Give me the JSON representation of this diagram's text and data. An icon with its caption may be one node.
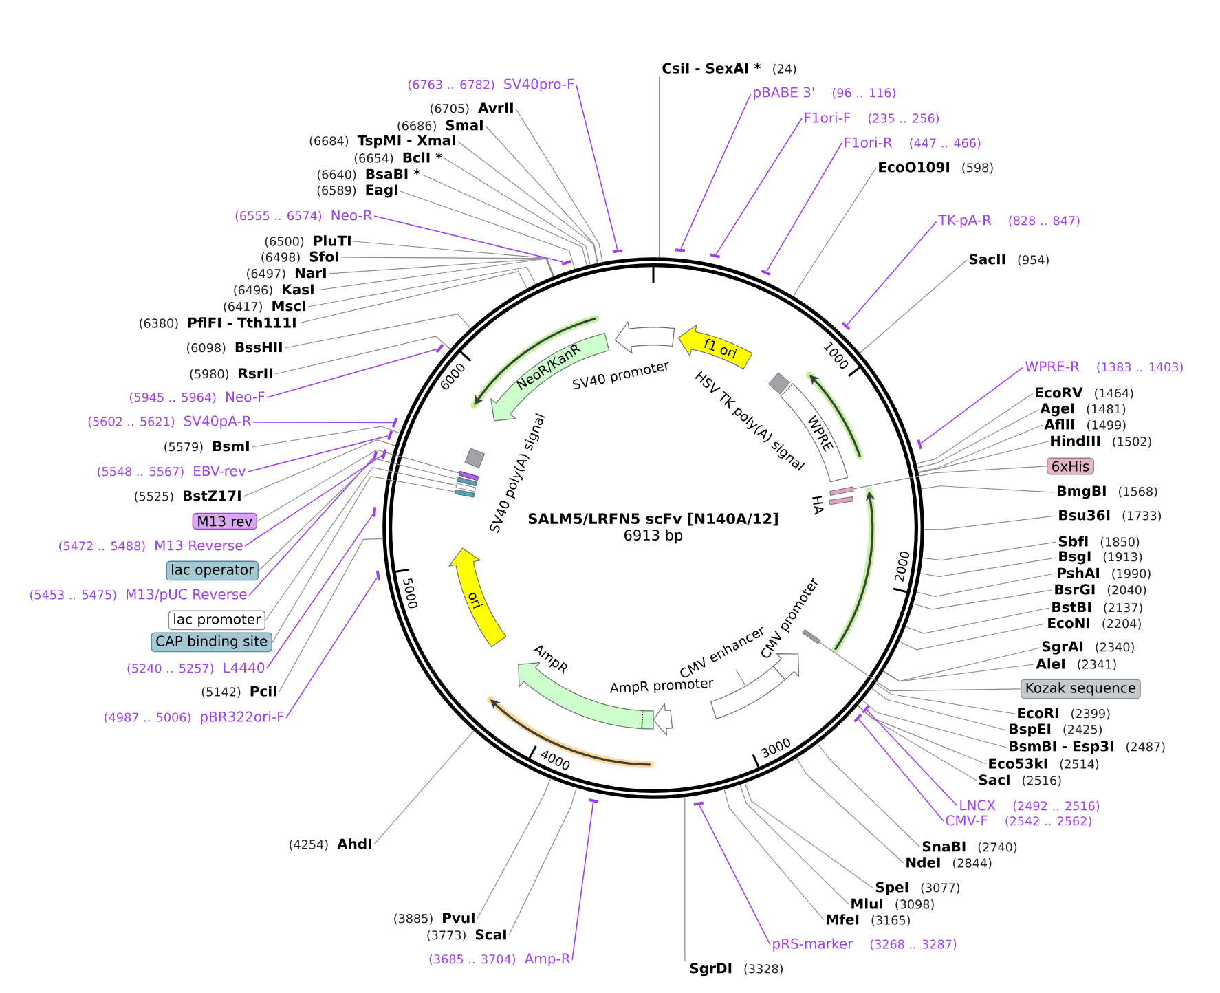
{
  "diagram": {
    "nodes": [
      {
        "text": [
          "SALM5/LRFN5 scFv [N140A/12]",
          "6913 bp"
        ]
      },
      {
        "text": [
          "f1 ori"
        ],
        "in": 0
      },
      {
        "text": [
          "SV40 promoter"
        ],
        "in": 0
      },
      {
        "text": [
          "NeoR/KanR"
        ],
        "in": 0
      },
      {
        "text": [
          "SV40 poly(A) signal"
        ],
        "in": 0
      },
      {
        "text": [],
        "shape": "bar",
        "in": 0
      },
      {
        "text": [],
        "shape": "bar",
        "in": 0
      },
      {
        "text": [],
        "shape": "bar",
        "in": 0
      },
      {
        "text": [],
        "shape": "bar",
        "in": 0
      },
      {
        "text": [
          "ori"
        ],
        "in": 0
      },
      {
        "text": [
          "AmpR"
        ],
        "in": 0
      },
      {
        "text": [
          "AmpR promoter"
        ],
        "in": 0
      },
      {
        "text": [
          "CMV enhancer"
        ],
        "in": 0
      },
      {
        "text": [
          "CMV promoter"
        ],
        "in": 0
      },
      {
        "text": [],
        "shape": "bar",
        "in": 0
      },
      {
        "text": [
          "HA"
        ],
        "in": 0
      },
      {
        "text": [
          "WPRE"
        ],
        "in": 0
      },
      {
        "text": [
          "HSV TK poly(A) signal"
        ],
        "in": 0
      },
      {
        "text": [
          "CsiI - SexAI *",
          "(24)"
        ]
      },
      {
        "text": [
          "pBABE 3'",
          "(96 .. 116)"
        ]
      },
      {
        "text": [],
        "shape": "bar"
      },
      {
        "text": [
          "F1ori-F",
          "(235 .. 256)"
        ]
      },
      {
        "text": [],
        "shape": "bar"
      },
      {
        "text": [
          "F1ori-R",
          "(447 .. 466)"
        ]
      },
      {
        "text": [],
        "shape": "bar"
      },
      {
        "text": [
          "EcoO109I",
          "(598)"
        ]
      },
      {
        "text": [
          "TK-pA-R",
          "(828 .. 847)"
        ]
      },
      {
        "text": [],
        "shape": "bar"
      },
      {
        "text": [
          "SacII",
          "(954)"
        ]
      },
      {
        "text": [
          "WPRE-R",
          "(1383 .. 1403)"
        ]
      },
      {
        "text": [],
        "shape": "bar"
      },
      {
        "text": [
          "EcoRV",
          "(1464)"
        ]
      },
      {
        "text": [
          "AgeI",
          "(1481)"
        ]
      },
      {
        "text": [
          "AflII",
          "(1499)"
        ]
      },
      {
        "text": [
          "HindIII",
          "(1502)"
        ]
      },
      {
        "text": [
          "6xHis"
        ]
      },
      {
        "text": [
          "BmgBI",
          "(1568)"
        ]
      },
      {
        "text": [
          "Bsu36I",
          "(1733)"
        ]
      },
      {
        "text": [
          "SbfI",
          "(1850)"
        ]
      },
      {
        "text": [
          "BsgI",
          "(1913)"
        ]
      },
      {
        "text": [
          "PshAI",
          "(1990)"
        ]
      },
      {
        "text": [
          "BsrGI",
          "(2040)"
        ]
      },
      {
        "text": [
          "BstBI",
          "(2137)"
        ]
      },
      {
        "text": [
          "EcoNI",
          "(2204)"
        ]
      },
      {
        "text": [
          "SgrAI",
          "(2340)"
        ]
      },
      {
        "text": [
          "AleI",
          "(2341)"
        ]
      },
      {
        "text": [
          "Kozak sequence"
        ]
      },
      {
        "text": [
          "EcoRI",
          "(2399)"
        ]
      },
      {
        "text": [
          "BspEI",
          "(2425)"
        ]
      },
      {
        "text": [
          "BsmBI - Esp3I",
          "(2487)"
        ]
      },
      {
        "text": [
          "Eco53kI",
          "(2514)"
        ]
      },
      {
        "text": [
          "SacI",
          "(2516)"
        ]
      },
      {
        "text": [
          "LNCX",
          "(2492 .. 2516)"
        ]
      },
      {
        "text": [],
        "shape": "bar"
      },
      {
        "text": [
          "CMV-F",
          "(2542 .. 2562)"
        ]
      },
      {
        "text": [],
        "shape": "bar"
      },
      {
        "text": [
          "SnaBI",
          "(2740)"
        ]
      },
      {
        "text": [
          "NdeI",
          "(2844)"
        ]
      },
      {
        "text": [
          "SpeI",
          "(3077)"
        ]
      },
      {
        "text": [
          "MluI",
          "(3098)"
        ]
      },
      {
        "text": [
          "MfeI",
          "(3165)"
        ]
      },
      {
        "text": [
          "pRS-marker",
          "(3268 .. 3287)"
        ]
      },
      {
        "text": [],
        "shape": "bar"
      },
      {
        "text": [
          "SgrDI",
          "(3328)"
        ]
      },
      {
        "text": [
          "(3685 .. 3704)",
          "Amp-R"
        ]
      },
      {
        "text": [],
        "shape": "bar"
      },
      {
        "text": [
          "(3773)",
          "ScaI"
        ]
      },
      {
        "text": [
          "(3885)",
          "PvuI"
        ]
      },
      {
        "text": [
          "(4254)",
          "AhdI"
        ]
      },
      {
        "text": [
          "(4987 .. 5006)",
          "pBR322ori-F"
        ]
      },
      {
        "text": [],
        "shape": "bar"
      },
      {
        "text": [
          "(5142)",
          "PciI"
        ]
      },
      {
        "text": [
          "(5240 .. 5257)",
          "L4440"
        ]
      },
      {
        "text": [],
        "shape": "bar"
      },
      {
        "text": [
          "CAP binding site"
        ]
      },
      {
        "text": [
          "lac promoter"
        ]
      },
      {
        "text": [
          "(5453 .. 5475)",
          "M13/pUC Reverse"
        ]
      },
      {
        "text": [],
        "shape": "bar"
      },
      {
        "text": [
          "lac operator"
        ]
      },
      {
        "text": [
          "(5472 .. 5488)",
          "M13 Reverse"
        ]
      },
      {
        "text": [],
        "shape": "bar"
      },
      {
        "text": [
          "M13 rev"
        ]
      },
      {
        "text": [
          "(5525)",
          "BstZ17I"
        ]
      },
      {
        "text": [
          "(5548 .. 5567)",
          "EBV-rev"
        ]
      },
      {
        "text": [],
        "shape": "bar"
      },
      {
        "text": [
          "(5579)",
          "BsmI"
        ]
      },
      {
        "text": [
          "(5602 .. 5621)",
          "SV40pA-R"
        ]
      },
      {
        "text": [],
        "shape": "bar"
      },
      {
        "text": [
          "(5945 .. 5964)",
          "Neo-F"
        ]
      },
      {
        "text": [],
        "shape": "bar"
      },
      {
        "text": [
          "(5980)",
          "RsrII"
        ]
      },
      {
        "text": [
          "(6098)",
          "BssHII"
        ]
      },
      {
        "text": [
          "(6380)",
          "PflFI - Tth111I"
        ]
      },
      {
        "text": [
          "(6417)",
          "MscI"
        ]
      },
      {
        "text": [
          "(6496)",
          "KasI"
        ]
      },
      {
        "text": [
          "(6497)",
          "NarI"
        ]
      },
      {
        "text": [
          "(6498)",
          "SfoI"
        ]
      },
      {
        "text": [
          "(6500)",
          "PluTI"
        ]
      },
      {
        "text": [
          "(6555 .. 6574)",
          "Neo-R"
        ]
      },
      {
        "text": [],
        "shape": "bar"
      },
      {
        "text": [
          "(6589)",
          "EagI"
        ]
      },
      {
        "text": [
          "(6640)",
          "BsaBI *"
        ]
      },
      {
        "text": [
          "(6654)",
          "BclI *"
        ]
      },
      {
        "text": [
          "(6684)",
          "TspMI - XmaI"
        ]
      },
      {
        "text": [
          "(6686)",
          "SmaI"
        ]
      },
      {
        "text": [
          "(6705)",
          "AvrII"
        ]
      },
      {
        "text": [
          "(6763 .. 6782)",
          "SV40pro-F"
        ]
      },
      {
        "text": [],
        "shape": "bar"
      },
      {
        "text": [],
        "shape": "bar",
        "in": 0
      }
    ],
    "edges": [
      {
        "from": 18,
        "to": 0,
        "arrow": "none"
      },
      {
        "from": 19,
        "to": 20,
        "arrow": "none",
        "color": "#a040f0"
      },
      {
        "from": 21,
        "to": 22,
        "arrow": "none",
        "color": "#a040f0"
      },
      {
        "from": 23,
        "to": 24,
        "arrow": "none",
        "color": "#a040f0"
      },
      {
        "from": 25,
        "to": 0,
        "arrow": "none"
      },
      {
        "from": 26,
        "to": 27,
        "arrow": "none",
        "color": "#a040f0"
      },
      {
        "from": 28,
        "to": 0,
        "arrow": "none"
      },
      {
        "from": 29,
        "to": 30,
        "arrow": "none",
        "color": "#a040f0"
      },
      {
        "from": 31,
        "to": 0,
        "arrow": "none"
      },
      {
        "from": 32,
        "to": 0,
        "arrow": "none"
      },
      {
        "from": 33,
        "to": 0,
        "arrow": "none"
      },
      {
        "from": 34,
        "to": 0,
        "arrow": "none"
      },
      {
        "from": 35,
        "to": 108,
        "arrow": "none"
      },
      {
        "from": 36,
        "to": 0,
        "arrow": "none"
      },
      {
        "from": 37,
        "to": 0,
        "arrow": "none"
      },
      {
        "from": 38,
        "to": 0,
        "arrow": "none"
      },
      {
        "from": 39,
        "to": 0,
        "arrow": "none"
      },
      {
        "from": 40,
        "to": 0,
        "arrow": "none"
      },
      {
        "from": 41,
        "to": 0,
        "arrow": "none"
      },
      {
        "from": 42,
        "to": 0,
        "arrow": "none"
      },
      {
        "from": 43,
        "to": 0,
        "arrow": "none"
      },
      {
        "from": 44,
        "to": 0,
        "arrow": "none"
      },
      {
        "from": 45,
        "to": 0,
        "arrow": "none"
      },
      {
        "from": 46,
        "to": 14,
        "arrow": "none"
      },
      {
        "from": 47,
        "to": 0,
        "arrow": "none"
      },
      {
        "from": 48,
        "to": 0,
        "arrow": "none"
      },
      {
        "from": 49,
        "to": 0,
        "arrow": "none"
      },
      {
        "from": 50,
        "to": 0,
        "arrow": "none"
      },
      {
        "from": 51,
        "to": 0,
        "arrow": "none"
      },
      {
        "from": 52,
        "to": 53,
        "arrow": "none",
        "color": "#a040f0"
      },
      {
        "from": 54,
        "to": 55,
        "arrow": "none",
        "color": "#a040f0"
      },
      {
        "from": 56,
        "to": 0,
        "arrow": "none"
      },
      {
        "from": 57,
        "to": 0,
        "arrow": "none"
      },
      {
        "from": 58,
        "to": 0,
        "arrow": "none"
      },
      {
        "from": 59,
        "to": 0,
        "arrow": "none"
      },
      {
        "from": 60,
        "to": 0,
        "arrow": "none"
      },
      {
        "from": 61,
        "to": 62,
        "arrow": "none",
        "color": "#a040f0"
      },
      {
        "from": 63,
        "to": 0,
        "arrow": "none"
      },
      {
        "from": 64,
        "to": 65,
        "arrow": "none",
        "color": "#a040f0"
      },
      {
        "from": 66,
        "to": 0,
        "arrow": "none"
      },
      {
        "from": 67,
        "to": 0,
        "arrow": "none"
      },
      {
        "from": 68,
        "to": 0,
        "arrow": "none"
      },
      {
        "from": 69,
        "to": 70,
        "arrow": "none",
        "color": "#a040f0"
      },
      {
        "from": 71,
        "to": 0,
        "arrow": "none"
      },
      {
        "from": 72,
        "to": 73,
        "arrow": "none",
        "color": "#a040f0"
      },
      {
        "from": 74,
        "to": 8,
        "arrow": "none"
      },
      {
        "from": 75,
        "to": 7,
        "arrow": "none"
      },
      {
        "from": 76,
        "to": 77,
        "arrow": "none",
        "color": "#a040f0"
      },
      {
        "from": 78,
        "to": 6,
        "arrow": "none"
      },
      {
        "from": 79,
        "to": 80,
        "arrow": "none",
        "color": "#a040f0"
      },
      {
        "from": 81,
        "to": 5,
        "arrow": "none"
      },
      {
        "from": 82,
        "to": 0,
        "arrow": "none"
      },
      {
        "from": 83,
        "to": 84,
        "arrow": "none",
        "color": "#a040f0"
      },
      {
        "from": 85,
        "to": 0,
        "arrow": "none"
      },
      {
        "from": 86,
        "to": 87,
        "arrow": "none",
        "color": "#a040f0"
      },
      {
        "from": 88,
        "to": 89,
        "arrow": "none",
        "color": "#a040f0"
      },
      {
        "from": 90,
        "to": 0,
        "arrow": "none"
      },
      {
        "from": 91,
        "to": 0,
        "arrow": "none"
      },
      {
        "from": 92,
        "to": 0,
        "arrow": "none"
      },
      {
        "from": 93,
        "to": 0,
        "arrow": "none"
      },
      {
        "from": 94,
        "to": 0,
        "arrow": "none"
      },
      {
        "from": 95,
        "to": 0,
        "arrow": "none"
      },
      {
        "from": 96,
        "to": 0,
        "arrow": "none"
      },
      {
        "from": 97,
        "to": 0,
        "arrow": "none"
      },
      {
        "from": 98,
        "to": 99,
        "arrow": "none",
        "color": "#a040f0"
      },
      {
        "from": 100,
        "to": 0,
        "arrow": "none"
      },
      {
        "from": 101,
        "to": 0,
        "arrow": "none"
      },
      {
        "from": 102,
        "to": 0,
        "arrow": "none"
      },
      {
        "from": 103,
        "to": 0,
        "arrow": "none"
      },
      {
        "from": 104,
        "to": 0,
        "arrow": "none"
      },
      {
        "from": 105,
        "to": 0,
        "arrow": "none"
      },
      {
        "from": 106,
        "to": 107,
        "arrow": "none",
        "color": "#a040f0"
      }
    ],
    "labels": [
      "1000",
      "2000",
      "3000",
      "4000",
      "5000",
      "6000"
    ]
  }
}
